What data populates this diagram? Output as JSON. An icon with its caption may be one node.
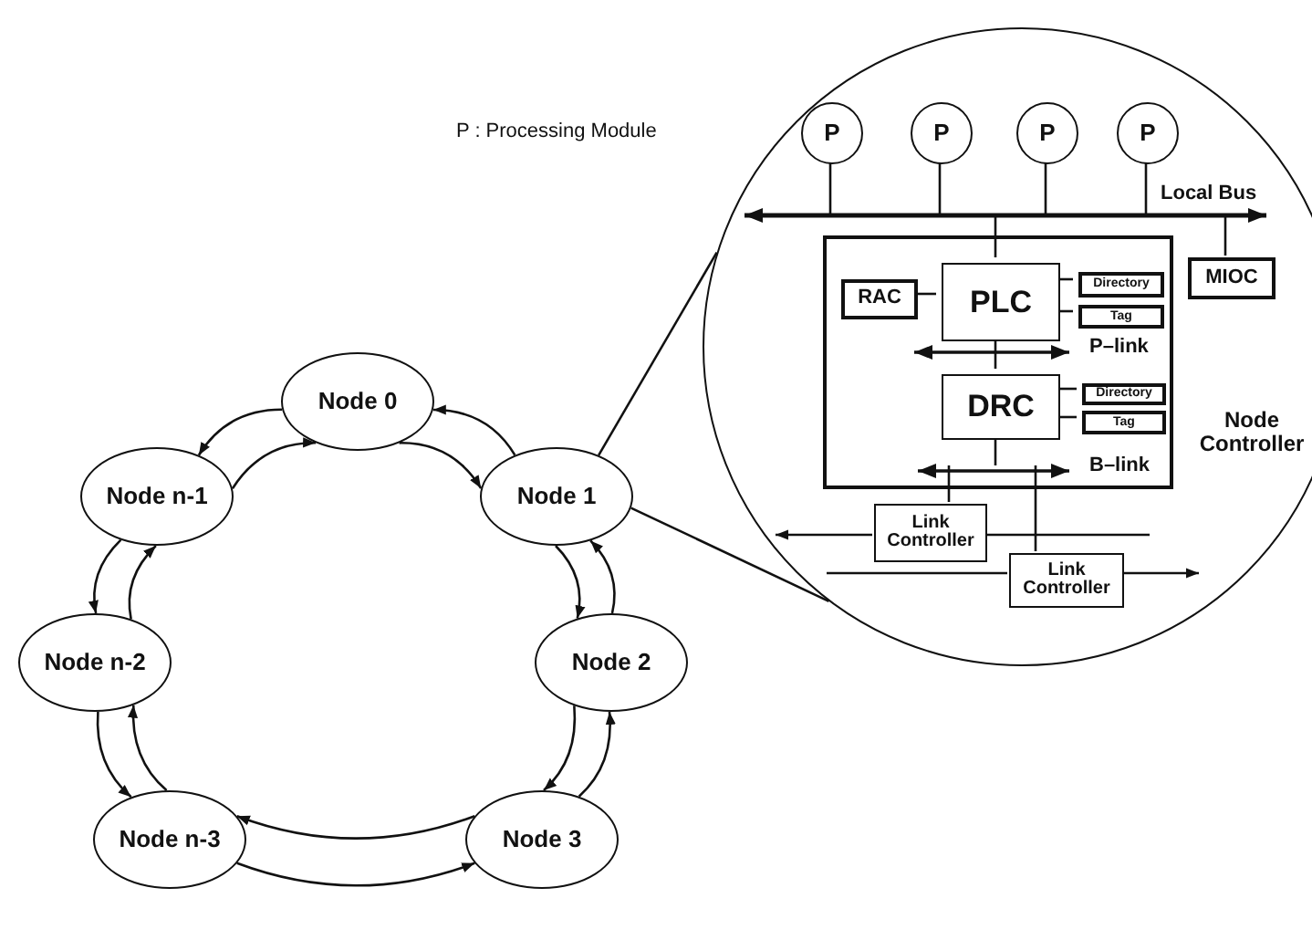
{
  "diagram": {
    "nodes": [
      {
        "text": [
          "Node 0"
        ]
      },
      {
        "text": [
          "Node n-1"
        ]
      },
      {
        "text": [
          "Node 1"
        ]
      },
      {
        "text": [
          "Node n-2"
        ]
      },
      {
        "text": [
          "Node 2"
        ]
      },
      {
        "text": [
          "Node n-3"
        ]
      },
      {
        "text": [
          "Node 3"
        ]
      },
      {
        "text": [],
        "shape": "circle"
      },
      {
        "text": [
          "P"
        ],
        "in": 7
      },
      {
        "text": [
          "P"
        ],
        "in": 7
      },
      {
        "text": [
          "P"
        ],
        "in": 7
      },
      {
        "text": [
          "P"
        ],
        "in": 7
      },
      {
        "text": [],
        "shape": "bar",
        "in": 7,
        "beside": [
          "Local Bus"
        ]
      },
      {
        "text": [
          "Node Controller"
        ],
        "in": 7
      },
      {
        "text": [
          "RAC"
        ],
        "in": 13
      },
      {
        "text": [
          "PLC"
        ],
        "in": 13
      },
      {
        "text": [
          "Directory"
        ],
        "in": 13
      },
      {
        "text": [
          "Tag"
        ],
        "in": 13
      },
      {
        "text": [],
        "shape": "bar",
        "in": 13,
        "beside": [
          "P–link"
        ]
      },
      {
        "text": [
          "DRC"
        ],
        "in": 13
      },
      {
        "text": [
          "Directory"
        ],
        "in": 13
      },
      {
        "text": [
          "Tag"
        ],
        "in": 13
      },
      {
        "text": [],
        "shape": "bar",
        "in": 13,
        "beside": [
          "B–link"
        ]
      },
      {
        "text": [
          "MIOC"
        ],
        "in": 7
      },
      {
        "text": [
          "Link Controller"
        ],
        "in": 7
      },
      {
        "text": [
          "Link Controller"
        ],
        "in": 7
      }
    ],
    "edges": [
      {
        "from": 0,
        "to": 2,
        "arrow": "to"
      },
      {
        "from": 2,
        "to": 0,
        "arrow": "to"
      },
      {
        "from": 0,
        "to": 1,
        "arrow": "to"
      },
      {
        "from": 1,
        "to": 0,
        "arrow": "to"
      },
      {
        "from": 1,
        "to": 3,
        "arrow": "to"
      },
      {
        "from": 3,
        "to": 1,
        "arrow": "to"
      },
      {
        "from": 3,
        "to": 5,
        "arrow": "to"
      },
      {
        "from": 5,
        "to": 3,
        "arrow": "to"
      },
      {
        "from": 2,
        "to": 4,
        "arrow": "to"
      },
      {
        "from": 4,
        "to": 2,
        "arrow": "to"
      },
      {
        "from": 4,
        "to": 6,
        "arrow": "to"
      },
      {
        "from": 6,
        "to": 4,
        "arrow": "to"
      },
      {
        "from": 5,
        "to": 6,
        "arrow": "to"
      },
      {
        "from": 6,
        "to": 5,
        "arrow": "to"
      },
      {
        "from": 2,
        "to": 7,
        "arrow": "none"
      },
      {
        "from": 2,
        "to": 7,
        "arrow": "none"
      },
      {
        "from": 8,
        "to": 12,
        "arrow": "none"
      },
      {
        "from": 9,
        "to": 12,
        "arrow": "none"
      },
      {
        "from": 10,
        "to": 12,
        "arrow": "none"
      },
      {
        "from": 11,
        "to": 12,
        "arrow": "none"
      },
      {
        "from": 12,
        "to": 15,
        "arrow": "none"
      },
      {
        "from": 12,
        "to": 23,
        "arrow": "none"
      },
      {
        "from": 15,
        "to": 14,
        "arrow": "none"
      },
      {
        "from": 15,
        "to": 16,
        "arrow": "none"
      },
      {
        "from": 15,
        "to": 17,
        "arrow": "none"
      },
      {
        "from": 15,
        "to": 18,
        "arrow": "none"
      },
      {
        "from": 18,
        "to": 19,
        "arrow": "none"
      },
      {
        "from": 19,
        "to": 20,
        "arrow": "none"
      },
      {
        "from": 19,
        "to": 21,
        "arrow": "none"
      },
      {
        "from": 19,
        "to": 22,
        "arrow": "none"
      },
      {
        "from": 22,
        "to": 24,
        "arrow": "none"
      },
      {
        "from": 22,
        "to": 25,
        "arrow": "none"
      },
      {
        "from": 24,
        "to": null,
        "arrow": "to"
      },
      {
        "from": 25,
        "to": null,
        "arrow": "to"
      }
    ],
    "labels": [
      "P : Processing Module"
    ]
  }
}
